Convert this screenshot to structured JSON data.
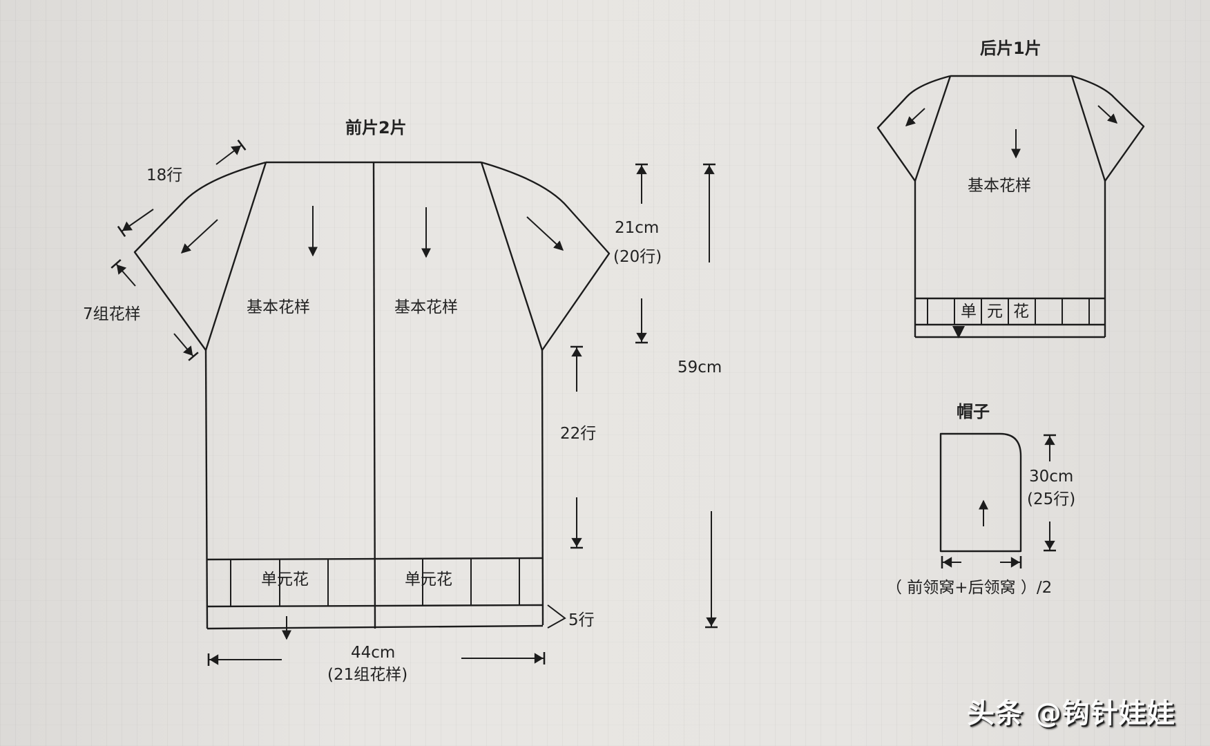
{
  "front_piece": {
    "title": "前片2片",
    "left_panel_pattern": "基本花样",
    "right_panel_pattern": "基本花样",
    "left_ribbing_label": "单元花",
    "right_ribbing_label": "单元花",
    "sleeve_cap_rows": "18行",
    "sleeve_width": "7组花样",
    "raglan_height": "21cm",
    "raglan_rows": "(20行)",
    "body_rows": "22行",
    "total_length": "59cm",
    "hem_rows": "5行",
    "width": "44cm",
    "width_patterns": "(21组花样)"
  },
  "back_piece": {
    "title": "后片1片",
    "pattern": "基本花样",
    "ribbing_label": [
      "单",
      "元",
      "花"
    ]
  },
  "hood": {
    "title": "帽子",
    "height": "30cm",
    "rows": "(25行)",
    "width_formula": "（ 前领窝+后领窝 ）/2"
  },
  "watermark": "头条 @钩针娃娃",
  "colors": {
    "paper": "#e4e2df",
    "ink": "#1c1c1c",
    "watermark": "#fbfbfb"
  }
}
